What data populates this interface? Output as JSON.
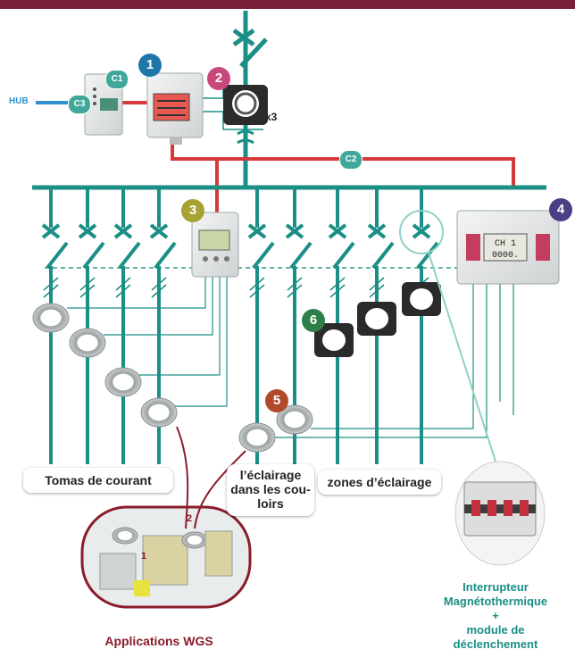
{
  "labels": {
    "hub": "HUB",
    "x3": "x3",
    "c1": "C1",
    "c2": "C2",
    "c3": "C3",
    "n1": "1",
    "n2": "2",
    "n3": "3",
    "n4": "4",
    "n5": "5",
    "n6": "6",
    "tomas": "Tomas de courant",
    "eclairage_line1": "l’éclairage",
    "eclairage_line2": "dans les cou-",
    "eclairage_line3": "loirs",
    "zones": "zones d’éclairage",
    "applications": "Applications WGS",
    "inset1": "1",
    "inset2": "2",
    "breaker_line1": "Interrupteur",
    "breaker_line2": "Magnétothermique",
    "breaker_line3": "+",
    "breaker_line4": "module de",
    "breaker_line5": "déclenchement",
    "display4_line1": "CH 1",
    "display4_line2": "0000."
  },
  "colors": {
    "bus": "#1a8f86",
    "signal": "#d6393a",
    "dashed": "#2f9b8d",
    "device_body": "#e9eaea",
    "device_display": "#e85a4f",
    "badge_blue": "#1e77a8",
    "badge_pink": "#c8487c",
    "badge_olive": "#a6a234",
    "badge_purple": "#4b3f86",
    "badge_brown": "#b2492c",
    "badge_green": "#2e7e4a",
    "small_badge": "#3fa89a",
    "caption_red": "#8a1c2c",
    "caption_teal": "#1a8f86",
    "hub_blue": "#2f8fd0"
  }
}
